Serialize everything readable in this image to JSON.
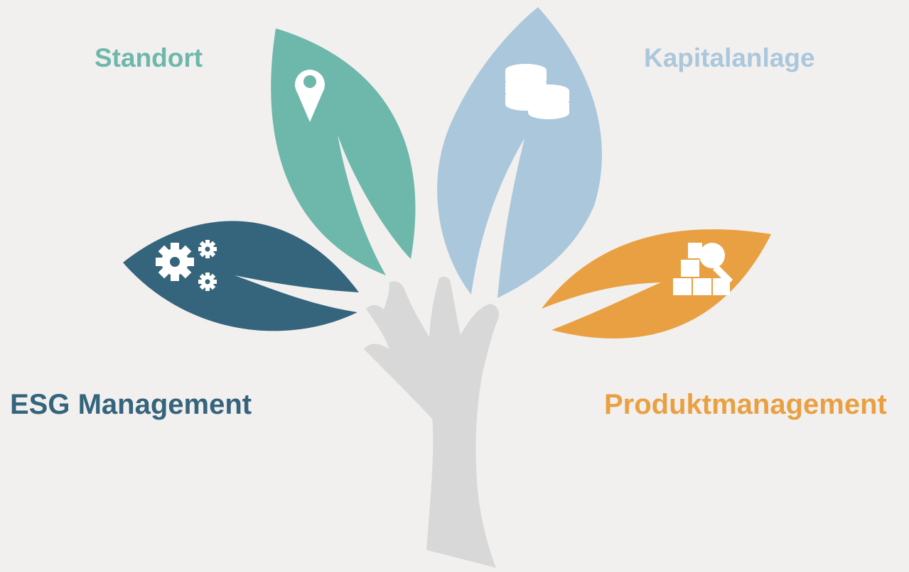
{
  "labels": {
    "standort": "Standort",
    "kapitalanlage": "Kapitalanlage",
    "esg": "ESG Management",
    "produkt": "Produktmanagement"
  },
  "colors": {
    "background": "#f2f0ee",
    "trunk": "#d8d8d8",
    "standort": "#6db8ab",
    "kapitalanlage": "#abc7dc",
    "esg": "#35647d",
    "produkt": "#e9a042",
    "icon": "#ffffff"
  },
  "icons": {
    "standort": "location-pin-icon",
    "kapitalanlage": "coins-icon",
    "esg": "gears-icon",
    "produkt": "boxes-magnifier-icon"
  }
}
